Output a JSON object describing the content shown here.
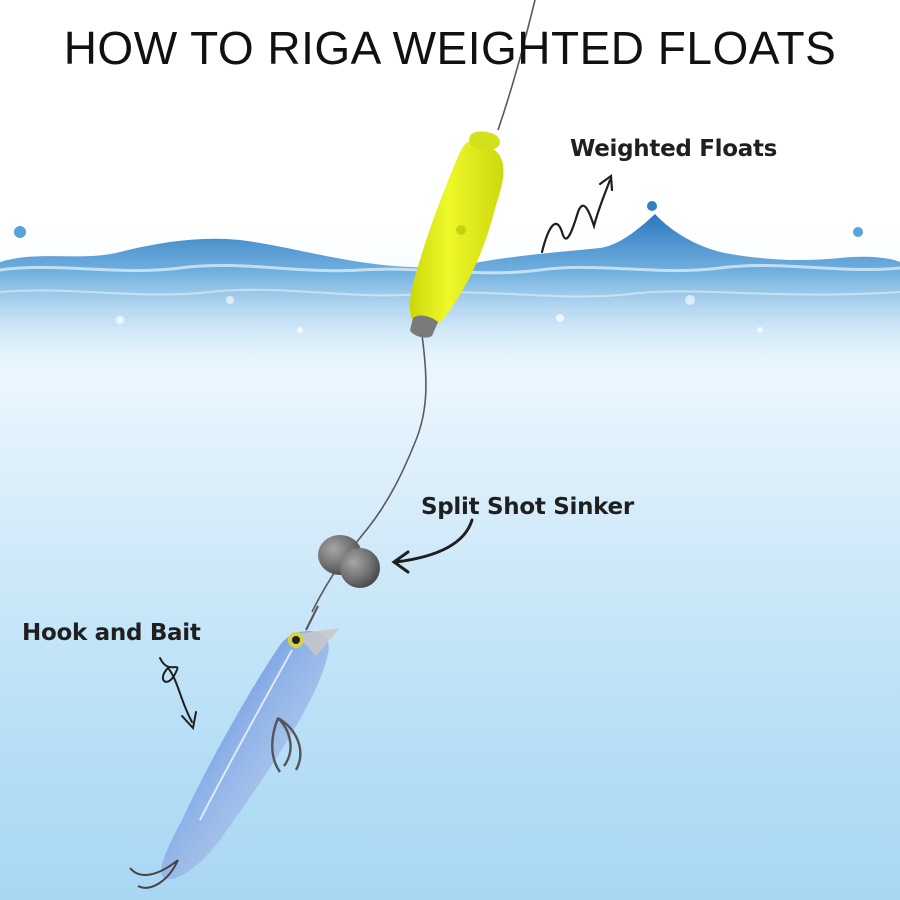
{
  "title": "HOW TO RIGA WEIGHTED FLOATS",
  "labels": {
    "weighted_floats": "Weighted Floats",
    "split_shot_sinker": "Split Shot Sinker",
    "hook_and_bait": "Hook and Bait"
  },
  "icons": [
    "squiggle-arrow-icon",
    "curved-arrow-icon",
    "loop-arrow-icon"
  ],
  "colors": {
    "float": "#e8f51a",
    "water": "#2f7fc2",
    "sinker": "#6f6f6f",
    "text": "#1f1f1f"
  }
}
